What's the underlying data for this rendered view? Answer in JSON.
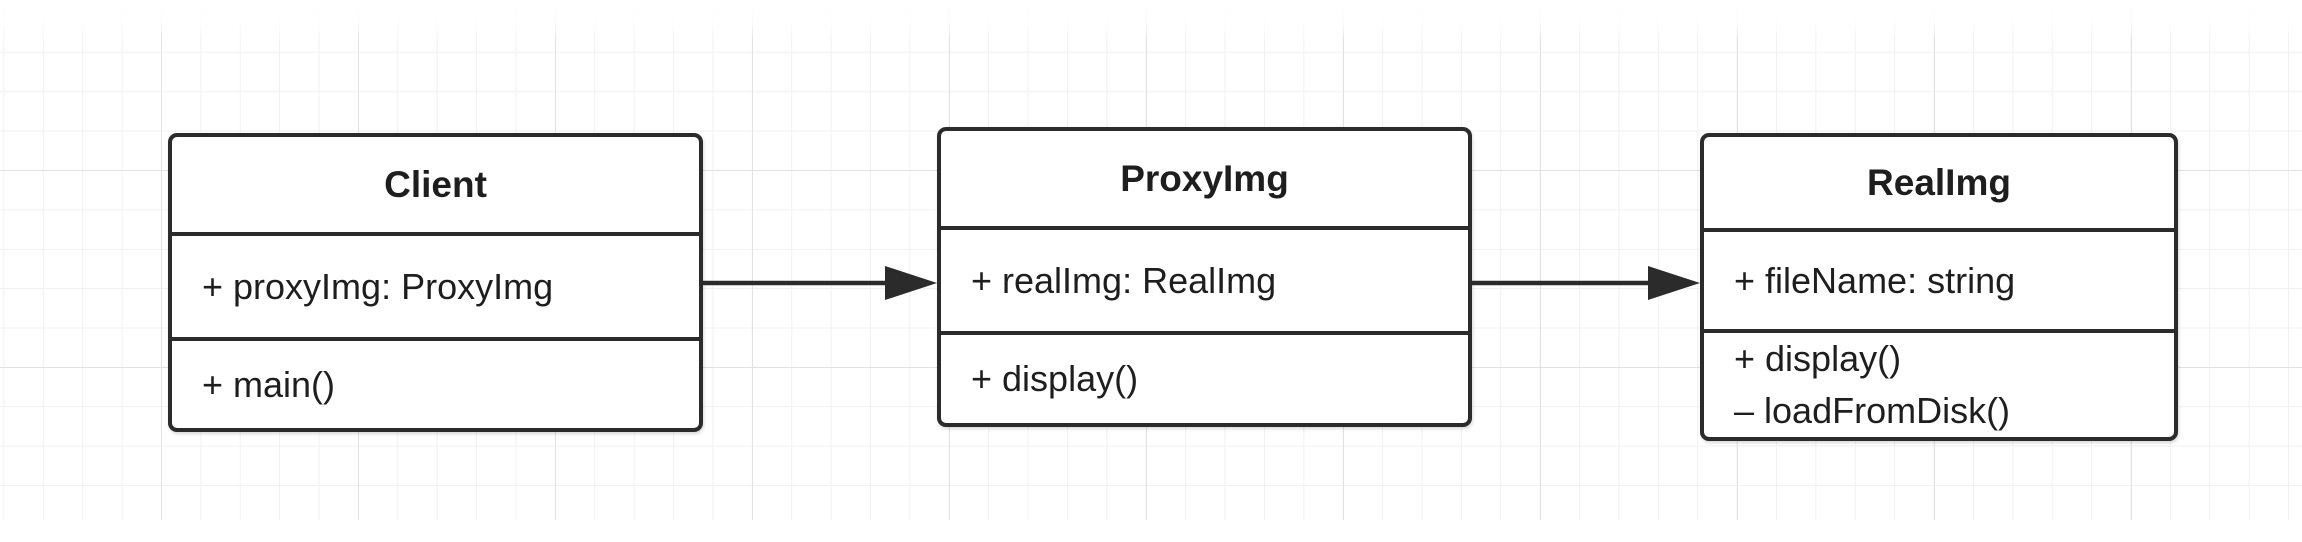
{
  "diagram": {
    "classes": [
      {
        "name": "Client",
        "attributes": [
          "+ proxyImg: ProxyImg"
        ],
        "operations": [
          "+ main()"
        ]
      },
      {
        "name": "ProxyImg",
        "attributes": [
          "+ realImg: RealImg"
        ],
        "operations": [
          "+ display()"
        ]
      },
      {
        "name": "RealImg",
        "attributes": [
          "+ fileName: string"
        ],
        "operations": [
          "+ display()",
          "– loadFromDisk()"
        ]
      }
    ],
    "associations": [
      {
        "from": "Client",
        "to": "ProxyImg"
      },
      {
        "from": "ProxyImg",
        "to": "RealImg"
      }
    ],
    "colors": {
      "border": "#2b2b2b",
      "text": "#1e1e1e",
      "grid": "#e2e2e2",
      "background": "#ffffff"
    }
  }
}
